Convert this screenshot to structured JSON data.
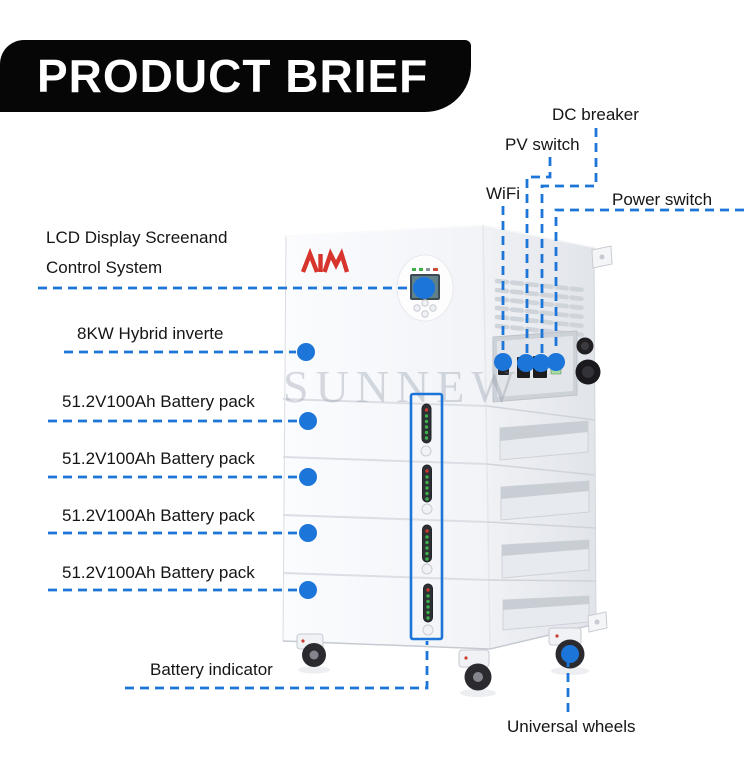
{
  "header": {
    "title": "PRODUCT BRIEF"
  },
  "watermark": "SUNNEW",
  "callouts": {
    "dc_breaker": "DC breaker",
    "pv_switch": "PV switch",
    "wifi": "WiFi",
    "power_switch": "Power switch",
    "lcd_line1": "LCD Display Screenand",
    "lcd_line2": "Control System",
    "inverter": "8KW Hybrid inverte",
    "battery_packs": [
      "51.2V100Ah Battery pack",
      "51.2V100Ah Battery pack",
      "51.2V100Ah Battery pack",
      "51.2V100Ah Battery pack"
    ],
    "battery_indicator": "Battery indicator",
    "universal_wheels": "Universal wheels"
  },
  "icons": {
    "brand_logo": "red-zigzag-aim-mark",
    "battery_led_strip": "vertical-led-indicator"
  },
  "colors": {
    "callout_blue": "#1c75d8",
    "banner_black": "#060606",
    "logo_red": "#d6342c",
    "led_green": "#3fae4a",
    "led_red": "#cc3b30",
    "cabinet_white": "#f5f6f9"
  }
}
